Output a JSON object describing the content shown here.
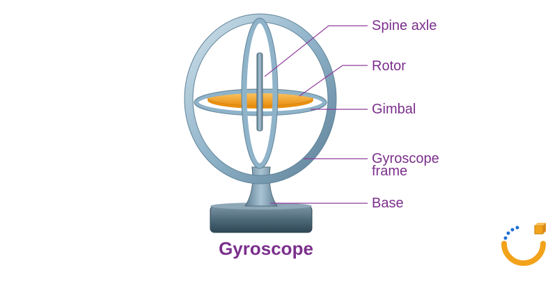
{
  "diagram": {
    "title": "Gyroscope",
    "labels": [
      {
        "id": "spine-axle",
        "text": "Spine axle"
      },
      {
        "id": "rotor",
        "text": "Rotor"
      },
      {
        "id": "gimbal",
        "text": "Gimbal"
      },
      {
        "id": "gyroscope-frame",
        "text": "Gyroscope frame"
      },
      {
        "id": "base",
        "text": "Base"
      }
    ]
  },
  "colors": {
    "label_text": "#7b2f8c",
    "leader_line": "#8e3c9a",
    "frame_ring": "#8fb3c9",
    "rotor": "#f4a21b",
    "base": "#4f6a7a",
    "logo_orange": "#f2a31b",
    "logo_blue": "#1f6fd1"
  },
  "logo": {
    "name": "brand-logo"
  }
}
